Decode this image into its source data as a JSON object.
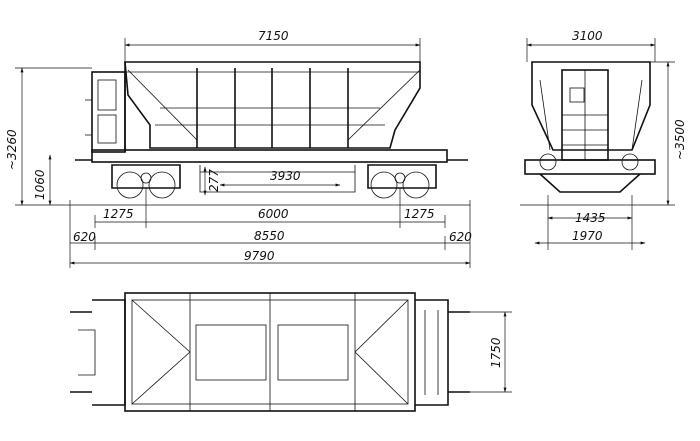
{
  "dimensions": {
    "overall_length_body": "7150",
    "height_total": "~3260",
    "frame_height": "1060",
    "hopper_opening": "3930",
    "side_clearance": "277",
    "overhang_left": "1275",
    "bogie_centers": "6000",
    "overhang_right": "1275",
    "buffer_left": "620",
    "length_over_frame": "8550",
    "buffer_right": "620",
    "length_over_couplers": "9790",
    "end_width": "3100",
    "end_height": "~3500",
    "gauge": "1435",
    "axle_width": "1970",
    "plan_width": "1750"
  }
}
